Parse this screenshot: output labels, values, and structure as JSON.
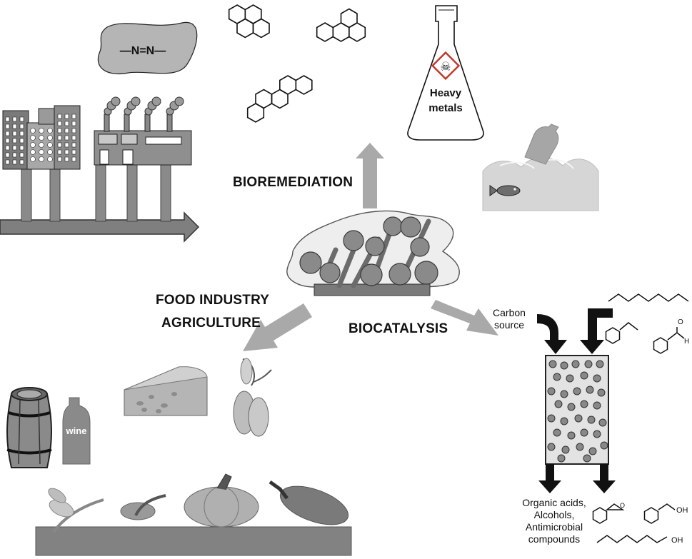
{
  "labels": {
    "bioremediation": "BIOREMEDIATION",
    "food_industry": "FOOD INDUSTRY",
    "agriculture": "AGRICULTURE",
    "biocatalysis": "BIOCATALYSIS"
  },
  "azo_dye": {
    "formula": "—N=N—"
  },
  "flask": {
    "line1": "Heavy",
    "line2": "metals"
  },
  "bottle": {
    "label": "wine"
  },
  "reactor": {
    "carbon_line1": "Carbon",
    "carbon_line2": "source",
    "products_line1": "Organic acids,",
    "products_line2": "Alcohols,",
    "products_line3": "Antimicrobial",
    "products_line4": "compounds"
  },
  "molecules": {
    "benzaldehyde_o": "O",
    "benzaldehyde_h": "H",
    "benzyl_alcohol_oh": "OH",
    "octanol_oh": "OH",
    "epoxide_o": "O"
  },
  "colors": {
    "arrow_gray": "#a9a9a9",
    "pipe_gray": "#7f7f7f",
    "building_gray": "#808080",
    "bead_gray": "#7a7a7a",
    "pale_gray": "#d9d9d9"
  }
}
